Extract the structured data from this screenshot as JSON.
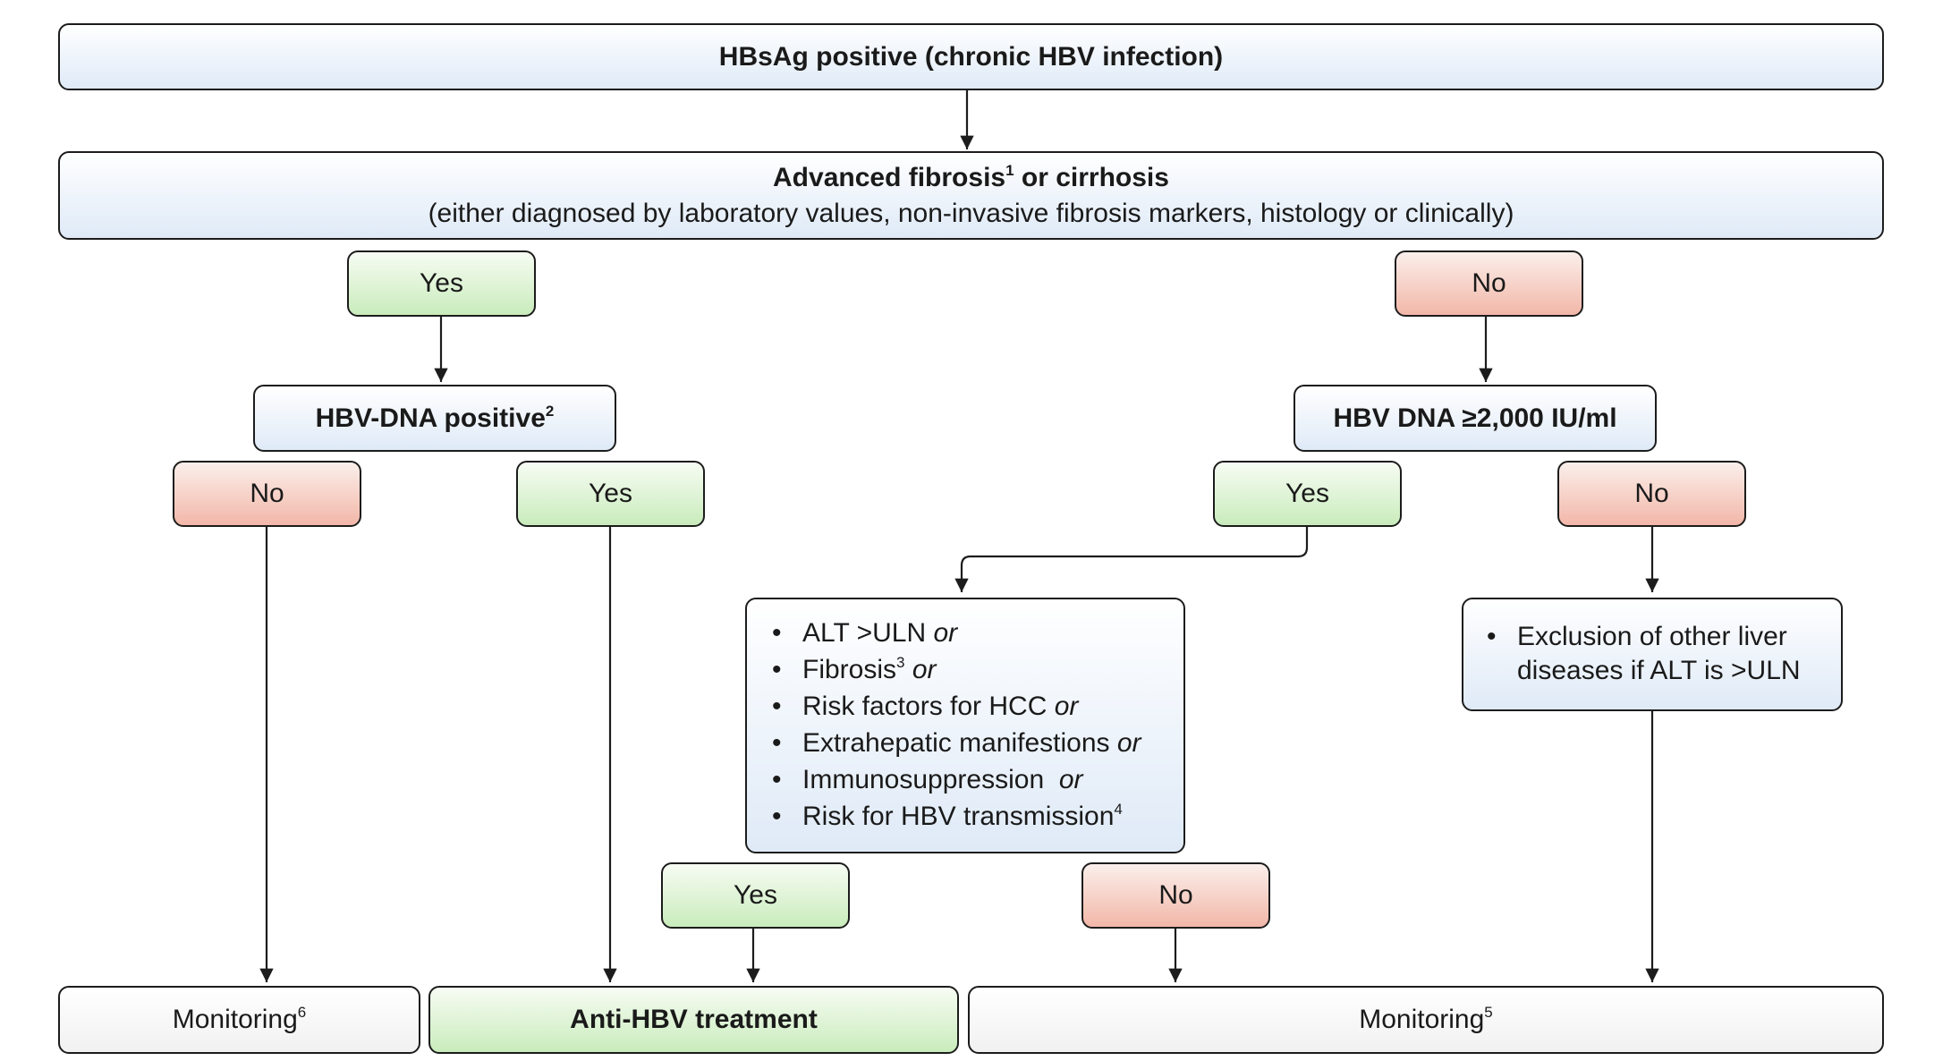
{
  "nodes": {
    "root": {
      "label": "HBsAg positive (chronic HBV infection)"
    },
    "fibrosis": {
      "label": "Advanced fibrosis",
      "sup": "1",
      "label_suffix": " or cirrhosis",
      "subtext": "(either diagnosed by laboratory values, non-invasive fibrosis markers, histology or clinically)"
    },
    "left_yes": "Yes",
    "right_no": "No",
    "dna_positive": {
      "label": "HBV-DNA positive",
      "sup": "2"
    },
    "dna_threshold": {
      "label": "HBV DNA ≥2,000 IU/ml"
    },
    "l_no": "No",
    "l_yes": "Yes",
    "r_yes": "Yes",
    "r_no": "No",
    "criteria": [
      {
        "text": "ALT >ULN ",
        "sup": "",
        "suffix": "or"
      },
      {
        "text": "Fibrosis",
        "sup": "3",
        "suffix": " or"
      },
      {
        "text": "Risk factors for HCC ",
        "sup": "",
        "suffix": "or"
      },
      {
        "text": "Extrahepatic manifestions ",
        "sup": "",
        "suffix": "or"
      },
      {
        "text": "Immunosuppression  ",
        "sup": "",
        "suffix": "or"
      },
      {
        "text": "Risk for HBV transmission",
        "sup": "4",
        "suffix": ""
      }
    ],
    "exclusion": {
      "line1": "Exclusion of other liver",
      "line2": "diseases if ALT is >ULN"
    },
    "crit_yes": "Yes",
    "crit_no": "No",
    "monitoring_left": {
      "label": "Monitoring",
      "sup": "6"
    },
    "treatment": {
      "label": "Anti-HBV treatment"
    },
    "monitoring_right": {
      "label": "Monitoring",
      "sup": "5"
    }
  },
  "colors": {
    "box_blue": "#dfeaf7",
    "box_green": "#c9ecbc",
    "box_red": "#f2b7a8",
    "box_gray": "#f1f1f1",
    "border": "#1c1c1c"
  }
}
